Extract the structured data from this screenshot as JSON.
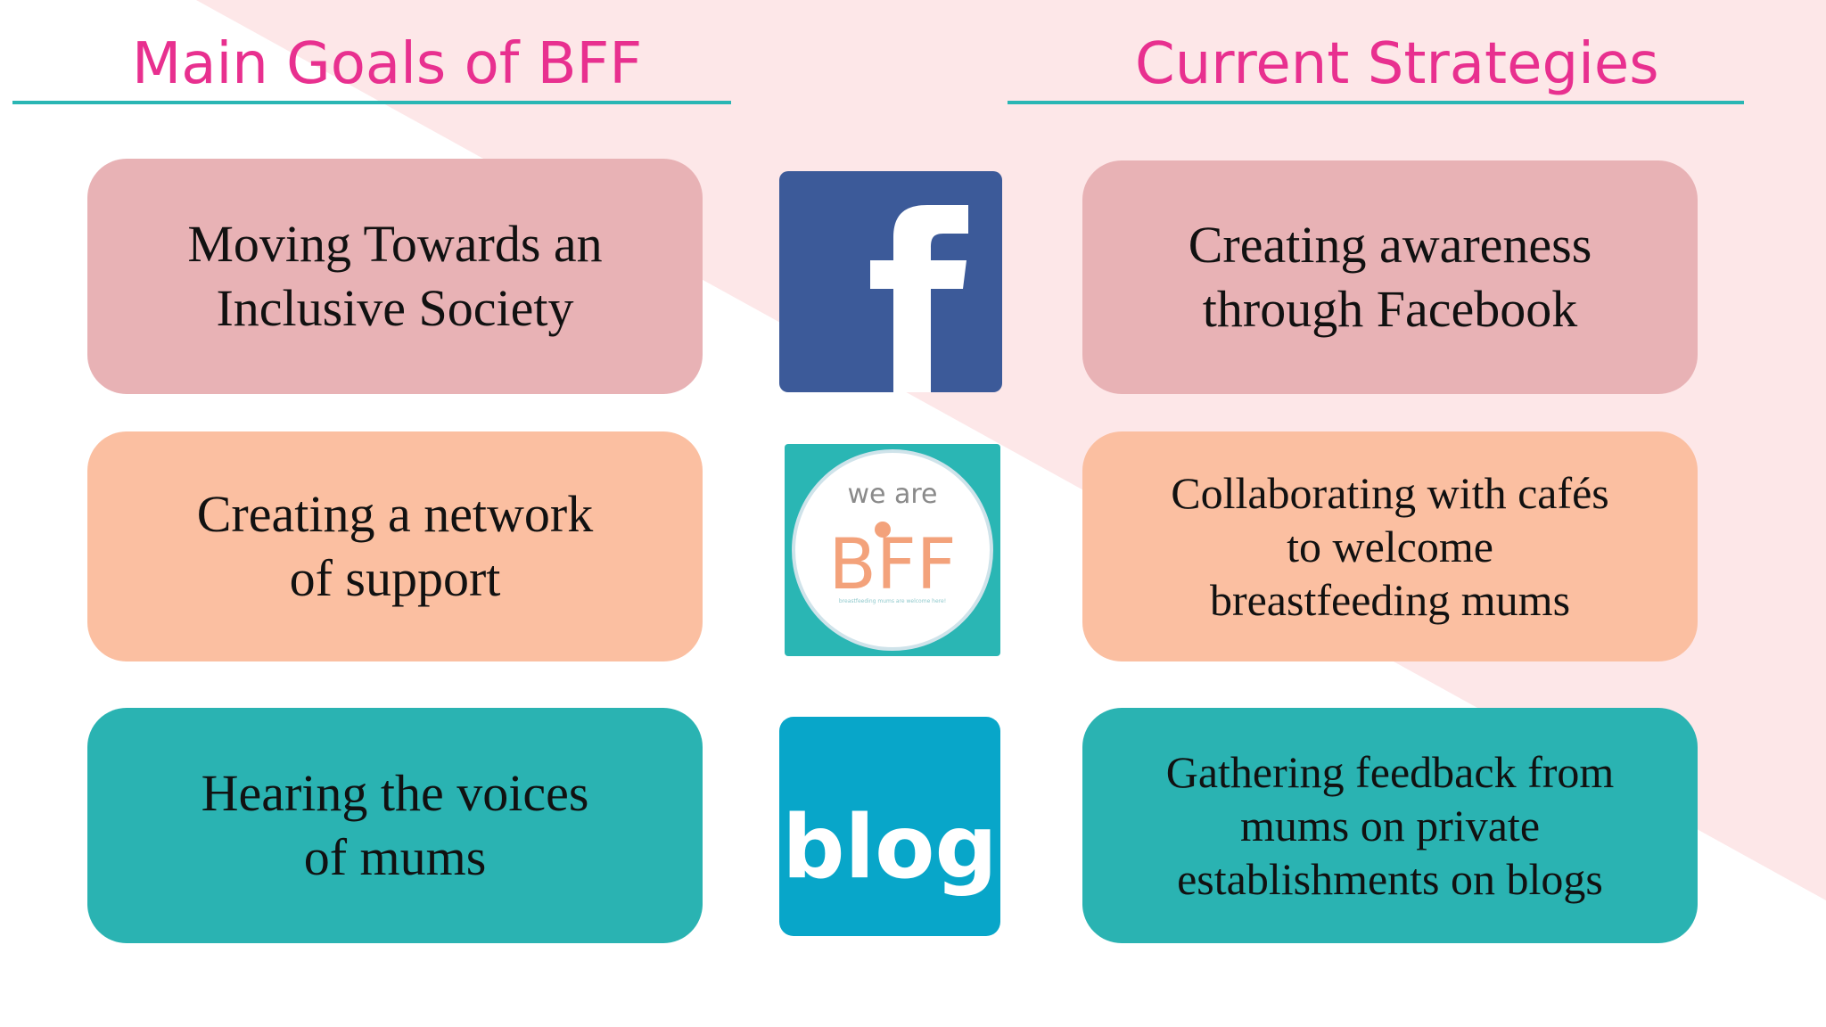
{
  "headings": {
    "left": "Main Goals of BFF",
    "right": "Current Strategies"
  },
  "goals": [
    {
      "text": "Moving Towards an\nInclusive Society"
    },
    {
      "text": "Creating a network\nof support"
    },
    {
      "text": "Hearing the voices\nof mums"
    }
  ],
  "strategies": [
    {
      "text": "Creating awareness\nthrough Facebook"
    },
    {
      "text": "Collaborating with cafés\nto welcome\nbreastfeeding mums"
    },
    {
      "text": "Gathering feedback from\nmums on private\nestablishments on blogs"
    }
  ],
  "icons": {
    "facebook": {
      "name": "facebook-logo-icon",
      "color": "#3c5a99"
    },
    "bff": {
      "name": "we-are-bff-logo-icon",
      "line1": "we are",
      "logo": "BFF",
      "tagline": "breastfeeding mums are welcome here!",
      "color": "#2ab6b4"
    },
    "blog": {
      "name": "blog-icon",
      "label": "blog",
      "color": "#08a6c9"
    }
  },
  "colors": {
    "heading": "#e8308f",
    "rule": "#2ab6b4",
    "pink_box": "#e8b2b5",
    "peach_box": "#fbbfa1",
    "teal_box": "#2ab3b2",
    "background_triangle": "#fde7e8"
  }
}
